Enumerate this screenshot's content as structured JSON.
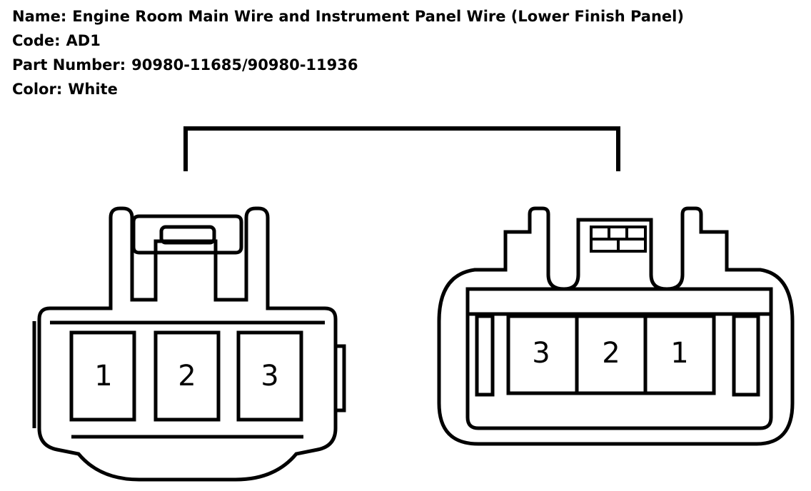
{
  "info": {
    "name_label": "Name:",
    "name_value": "Engine Room Main Wire and Instrument Panel Wire (Lower Finish Panel)",
    "code_label": "Code:",
    "code_value": "AD1",
    "part_label": "Part Number:",
    "part_value": "90980-11685/90980-11936",
    "color_label": "Color:",
    "color_value": "White"
  },
  "left_connector": {
    "pins": [
      "1",
      "2",
      "3"
    ]
  },
  "right_connector": {
    "pins": [
      "3",
      "2",
      "1"
    ]
  }
}
